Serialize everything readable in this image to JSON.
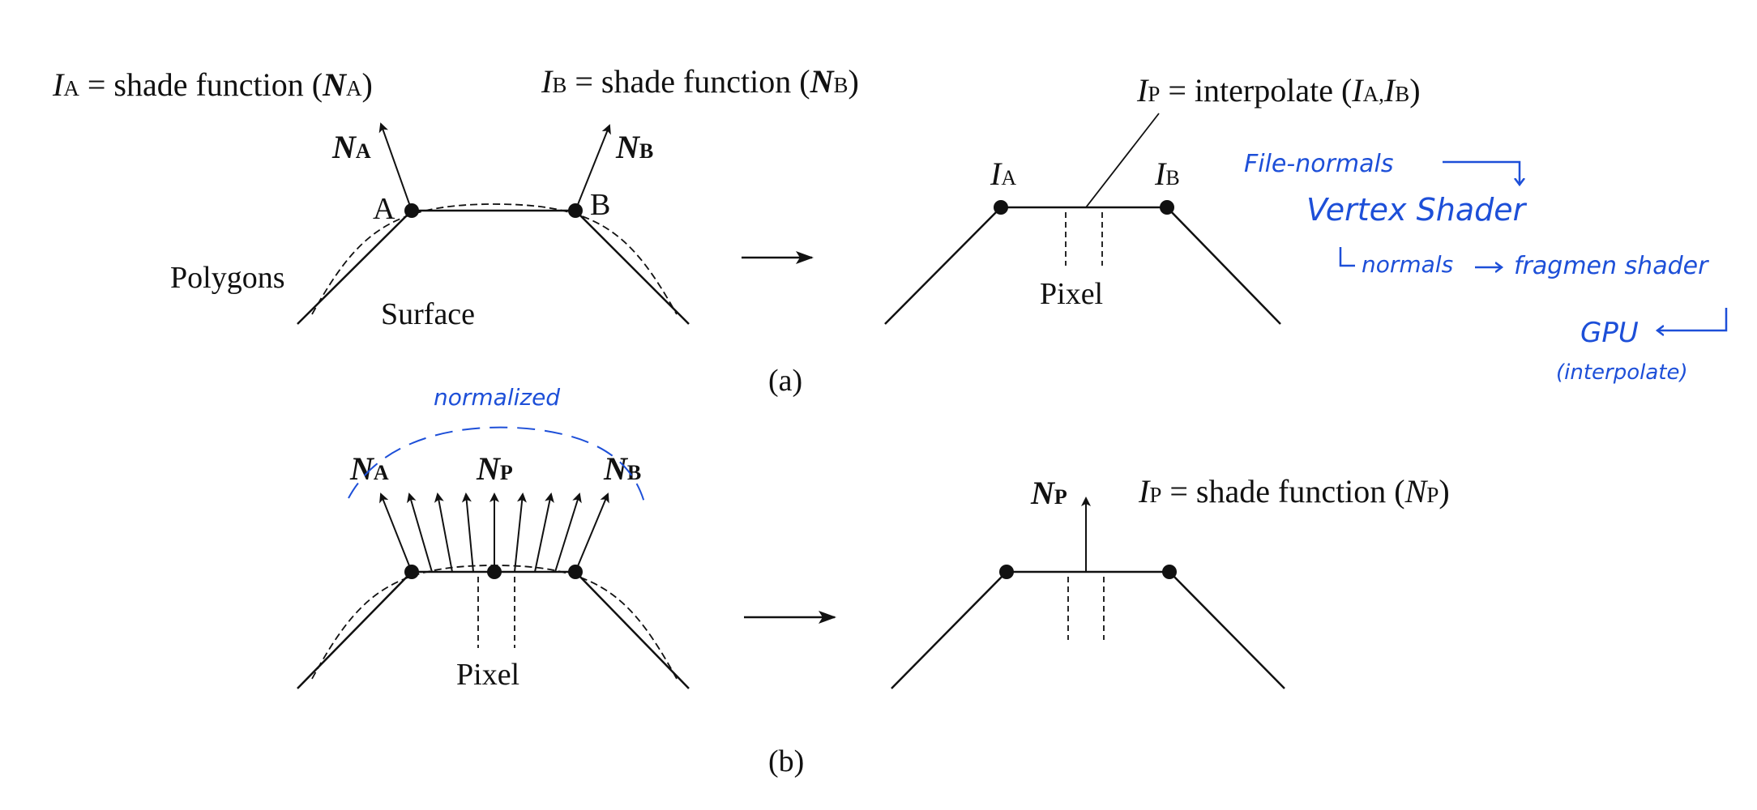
{
  "figure": {
    "part_a": {
      "label": "(a)",
      "eq_ia": {
        "lhs_var": "I",
        "lhs_sub": "A",
        "text": " = shade function (",
        "arg_var": "N",
        "arg_sub": "A",
        "close": ")"
      },
      "eq_ib": {
        "lhs_var": "I",
        "lhs_sub": "B",
        "text": " = shade function (",
        "arg_var": "N",
        "arg_sub": "B",
        "close": ")"
      },
      "eq_ip": {
        "lhs_var": "I",
        "lhs_sub": "P",
        "text": " = interpolate (",
        "arg1_var": "I",
        "arg1_sub": "A,",
        "arg2_var": "I",
        "arg2_sub": "B",
        "close": ")"
      },
      "normal_a": {
        "var": "N",
        "sub": "A"
      },
      "normal_b": {
        "var": "N",
        "sub": "B"
      },
      "vertex_a": "A",
      "vertex_b": "B",
      "polygons_label": "Polygons",
      "surface_label": "Surface",
      "pixel_label": "Pixel",
      "intensity_a": {
        "var": "I",
        "sub": "A"
      },
      "intensity_b": {
        "var": "I",
        "sub": "B"
      }
    },
    "part_b": {
      "label": "(b)",
      "normal_a": {
        "var": "N",
        "sub": "A"
      },
      "normal_p": {
        "var": "N",
        "sub": "P"
      },
      "normal_b": {
        "var": "N",
        "sub": "B"
      },
      "pixel_label": "Pixel",
      "np_right": {
        "var": "N",
        "sub": "P"
      },
      "eq_ip": {
        "lhs_var": "I",
        "lhs_sub": "P",
        "text": " = shade function (",
        "arg_var": "N",
        "arg_sub": "P",
        "close": ")"
      }
    }
  },
  "annotations": {
    "file_normals": "File-normals",
    "vertex_shader": "Vertex Shader",
    "normals_to_fragment": "normals",
    "fragment_shader": "fragmen shader",
    "gpu": "GPU",
    "interpolate": "(interpolate)",
    "normalized": "normalized"
  },
  "colors": {
    "ink": "#111111",
    "annotation": "#1d4fd8"
  }
}
